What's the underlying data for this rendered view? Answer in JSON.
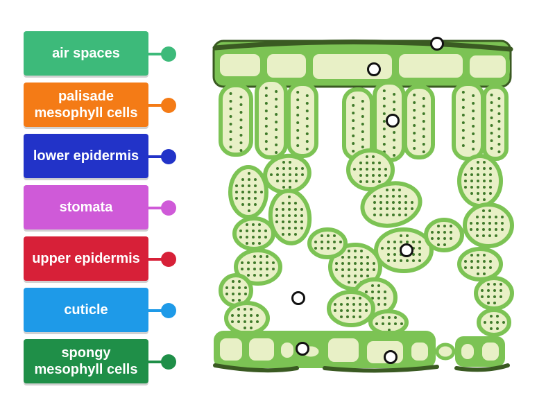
{
  "labels": [
    {
      "text": "air spaces",
      "color": "#3dba7a"
    },
    {
      "text": "palisade mesophyll cells",
      "color": "#f47b16"
    },
    {
      "text": "lower epidermis",
      "color": "#2233c8"
    },
    {
      "text": "stomata",
      "color": "#cf5ad8"
    },
    {
      "text": "upper epidermis",
      "color": "#d72038"
    },
    {
      "text": "cuticle",
      "color": "#1e9ae8"
    },
    {
      "text": "spongy mesophyll cells",
      "color": "#1f8f48"
    }
  ],
  "diagram": {
    "cell_wall_color": "#7cc354",
    "cell_fill_color": "#e8f0c6",
    "chloroplast_color": "#3f7a2a",
    "cuticle_color": "#3a5a22"
  },
  "targets": 7
}
